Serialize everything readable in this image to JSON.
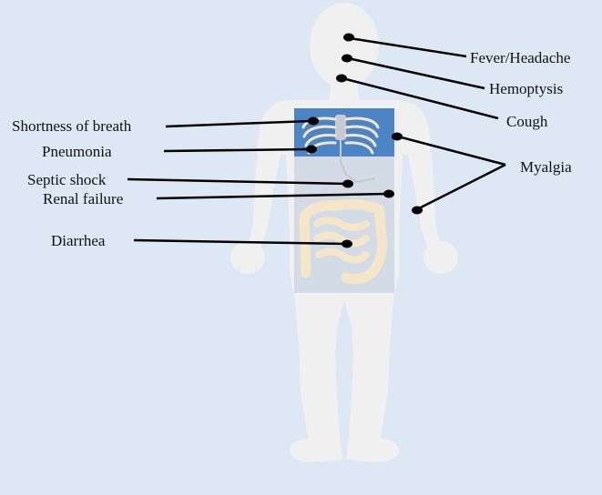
{
  "colors": {
    "background": "#dde8f4",
    "body": "#f0f0f0",
    "chest_panel": "#4d84c6",
    "abdomen_panel": "#d3dbe6",
    "ribs": "#f3e6cc",
    "intestine": "#f6e6c9",
    "lines": "#000000"
  },
  "symptoms": {
    "fever_headache": "Fever/Headache",
    "hemoptysis": "Hemoptysis",
    "cough": "Cough",
    "myalgia": "Myalgia",
    "shortness_of_breath": "Shortness of breath",
    "pneumonia": "Pneumonia",
    "septic_shock": "Septic shock",
    "renal_failure": "Renal failure",
    "diarrhea": "Diarrhea"
  }
}
